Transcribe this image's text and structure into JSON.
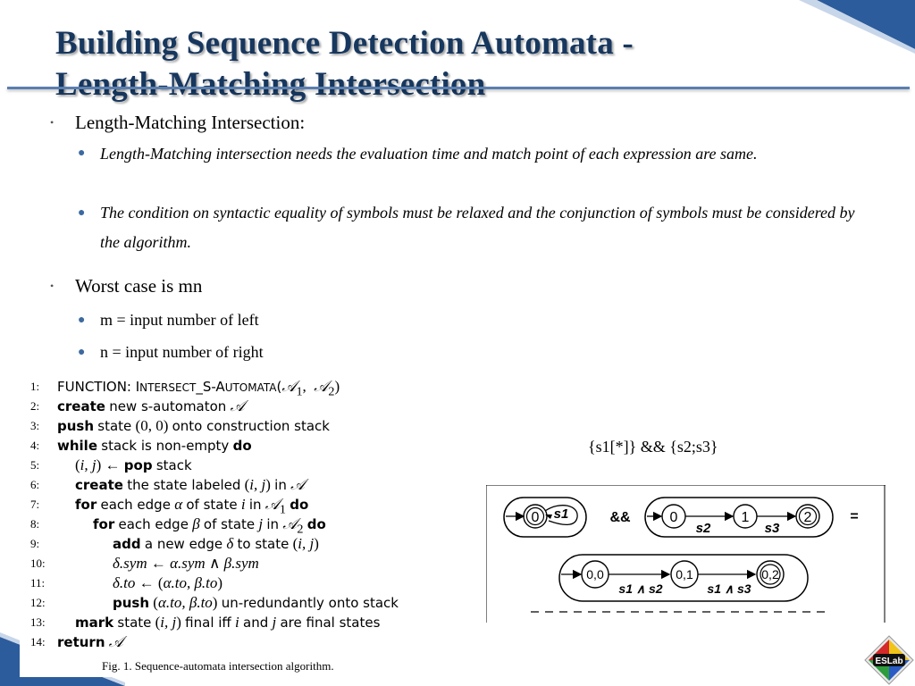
{
  "title": {
    "line1": "Building Sequence Detection Automata -",
    "line2": "Length-Matching Intersection"
  },
  "bullets": [
    {
      "text": "Length-Matching Intersection:",
      "sub": [
        "Length-Matching intersection needs the evaluation time and  match point of each expression are same.",
        "The condition on syntactic equality of symbols must be relaxed and the conjunction of symbols must be considered by the algorithm."
      ]
    },
    {
      "text": "Worst case is mn",
      "sub": [
        "m = input number of left",
        "n = input number of right"
      ]
    }
  ],
  "algorithm": {
    "caption": "Fig. 1.    Sequence-automata  intersection  algorithm.",
    "lines": [
      {
        "num": "1:"
      },
      {
        "num": "2:"
      },
      {
        "num": "3:"
      },
      {
        "num": "4:"
      },
      {
        "num": "5:"
      },
      {
        "num": "6:"
      },
      {
        "num": "7:"
      },
      {
        "num": "8:"
      },
      {
        "num": "9:"
      },
      {
        "num": "10:"
      },
      {
        "num": "11:"
      },
      {
        "num": "12:"
      },
      {
        "num": "13:"
      },
      {
        "num": "14:"
      }
    ]
  },
  "formula": "{s1[*]} && {s2;s3}",
  "diagram": {
    "op_and": "&&",
    "op_eq": "=",
    "a1": {
      "state": "0",
      "loop": "s1"
    },
    "a2": {
      "states": [
        "0",
        "1",
        "2"
      ],
      "edges": [
        "s2",
        "s3"
      ]
    },
    "result": {
      "states": [
        "0,0",
        "0,1",
        "0,2"
      ],
      "edges": [
        "s1 ∧ s2",
        "s1 ∧ s3"
      ]
    }
  },
  "logo": {
    "text": "ESLab"
  }
}
